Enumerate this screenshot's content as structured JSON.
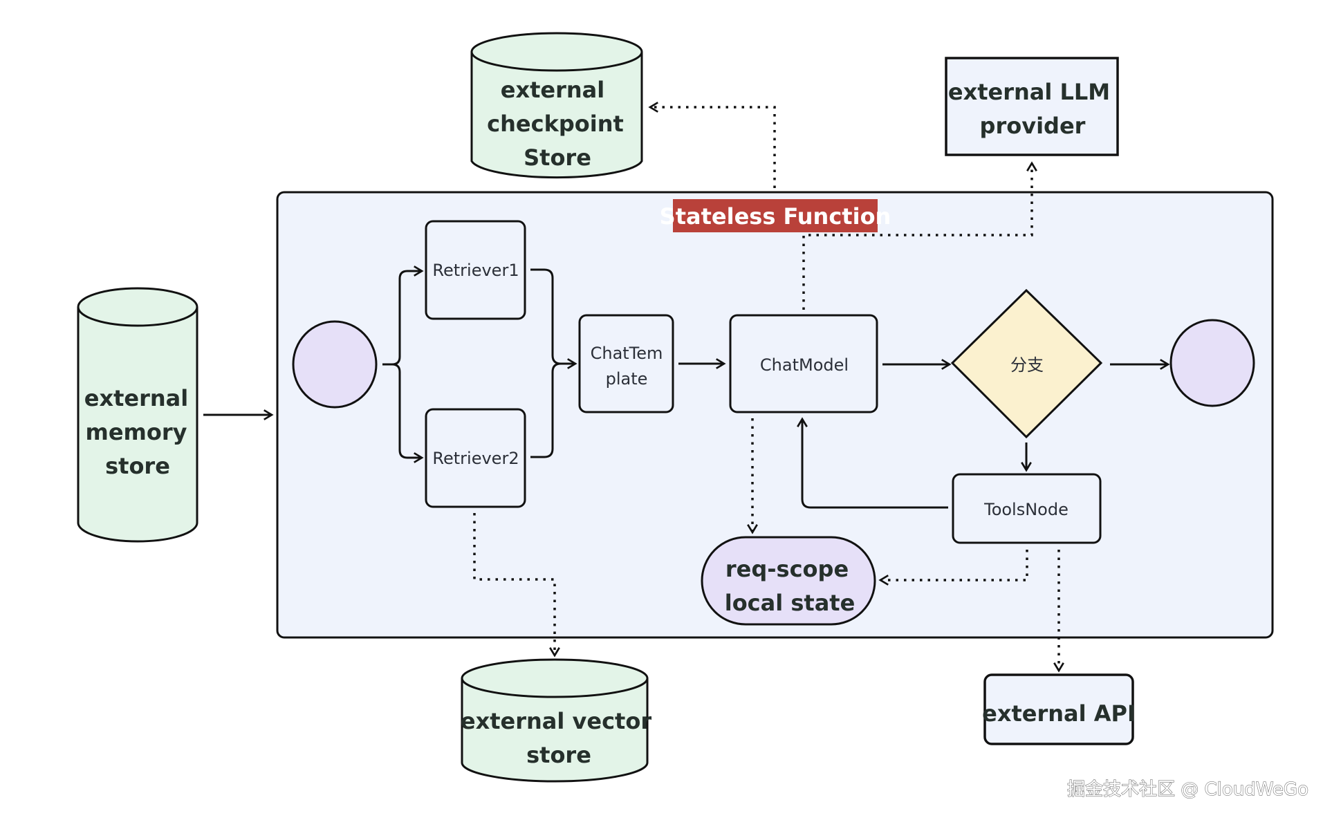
{
  "diagram": {
    "container_label": "Stateless Function",
    "nodes": {
      "start": {
        "label": ""
      },
      "end": {
        "label": ""
      },
      "retriever1": {
        "label": "Retriever1"
      },
      "retriever2": {
        "label": "Retriever2"
      },
      "chat_template": {
        "label_lines": [
          "ChatTem",
          "plate"
        ]
      },
      "chat_model": {
        "label": "ChatModel"
      },
      "branch": {
        "label": "分支"
      },
      "tools_node": {
        "label": "ToolsNode"
      },
      "local_state": {
        "label_lines": [
          "req-scope",
          "local state"
        ]
      }
    },
    "external": {
      "memory_store": {
        "label_lines": [
          "external",
          "memory",
          "store"
        ]
      },
      "checkpoint_store": {
        "label_lines": [
          "external",
          "checkpoint",
          "Store"
        ]
      },
      "llm_provider": {
        "label_lines": [
          "external LLM",
          "provider"
        ]
      },
      "vector_store": {
        "label_lines": [
          "external vector",
          "store"
        ]
      },
      "api": {
        "label": "external API"
      }
    },
    "edges": [
      {
        "from": "memory_store",
        "to": "container",
        "style": "solid"
      },
      {
        "from": "start",
        "to": "retriever1",
        "style": "solid"
      },
      {
        "from": "start",
        "to": "retriever2",
        "style": "solid"
      },
      {
        "from": "retriever1",
        "to": "chat_template",
        "style": "solid"
      },
      {
        "from": "retriever2",
        "to": "chat_template",
        "style": "solid"
      },
      {
        "from": "chat_template",
        "to": "chat_model",
        "style": "solid"
      },
      {
        "from": "chat_model",
        "to": "branch",
        "style": "solid"
      },
      {
        "from": "branch",
        "to": "end",
        "style": "solid"
      },
      {
        "from": "branch",
        "to": "tools_node",
        "style": "solid"
      },
      {
        "from": "tools_node",
        "to": "chat_model",
        "style": "solid"
      },
      {
        "from": "chat_model",
        "to": "local_state",
        "style": "dotted"
      },
      {
        "from": "tools_node",
        "to": "local_state",
        "style": "dotted"
      },
      {
        "from": "chat_model",
        "to": "llm_provider",
        "style": "dotted"
      },
      {
        "from": "container",
        "to": "checkpoint_store",
        "style": "dotted"
      },
      {
        "from": "retriever2",
        "to": "vector_store",
        "style": "dotted"
      },
      {
        "from": "tools_node",
        "to": "api",
        "style": "dotted"
      }
    ],
    "colors": {
      "container_fill": "#eff3fc",
      "label_bg": "#b9413a",
      "store_fill": "#e3f4e8",
      "terminal_fill": "#e6e0f8",
      "branch_fill": "#fbf1cf",
      "box_fill": "#eff3fc",
      "stroke": "#111111"
    }
  },
  "watermark": "掘金技术社区 @ CloudWeGo"
}
